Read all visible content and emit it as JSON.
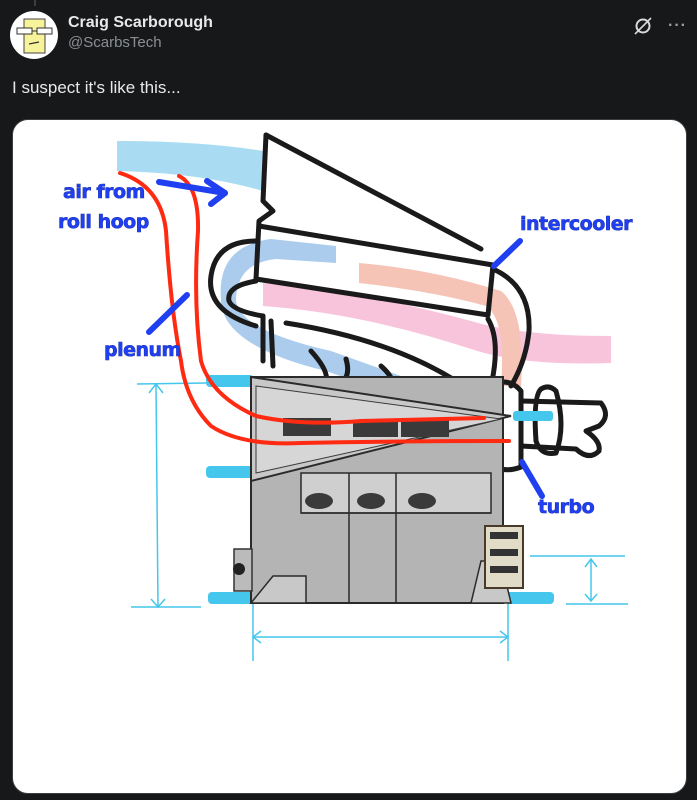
{
  "post": {
    "author": {
      "display_name": "Craig Scarborough",
      "handle": "@ScarbsTech",
      "avatar": "yellow-face-with-glasses"
    },
    "actions": {
      "grok_icon": "grok-slash-circle-icon",
      "more_icon": "more-dots-icon",
      "more_label": "···"
    },
    "text": "I suspect it's like this...",
    "media": {
      "type": "annotated-engine-sketch",
      "labels": {
        "air_from": "air from",
        "roll_hoop": "roll hoop",
        "plenum": "plenum",
        "intercooler": "intercooler",
        "turbo": "turbo"
      },
      "colors": {
        "label_blue": "#1f3ff0",
        "red_line": "#ff2a12",
        "cold_air": "#a9dcf3",
        "plenum_blue": "#9cc3ea",
        "hot_air_pink": "#f7c4dc",
        "warm_salmon": "#f6c4b6",
        "dimension_cyan": "#45c6ec",
        "engine_grey": "#a8a8a8"
      }
    }
  }
}
